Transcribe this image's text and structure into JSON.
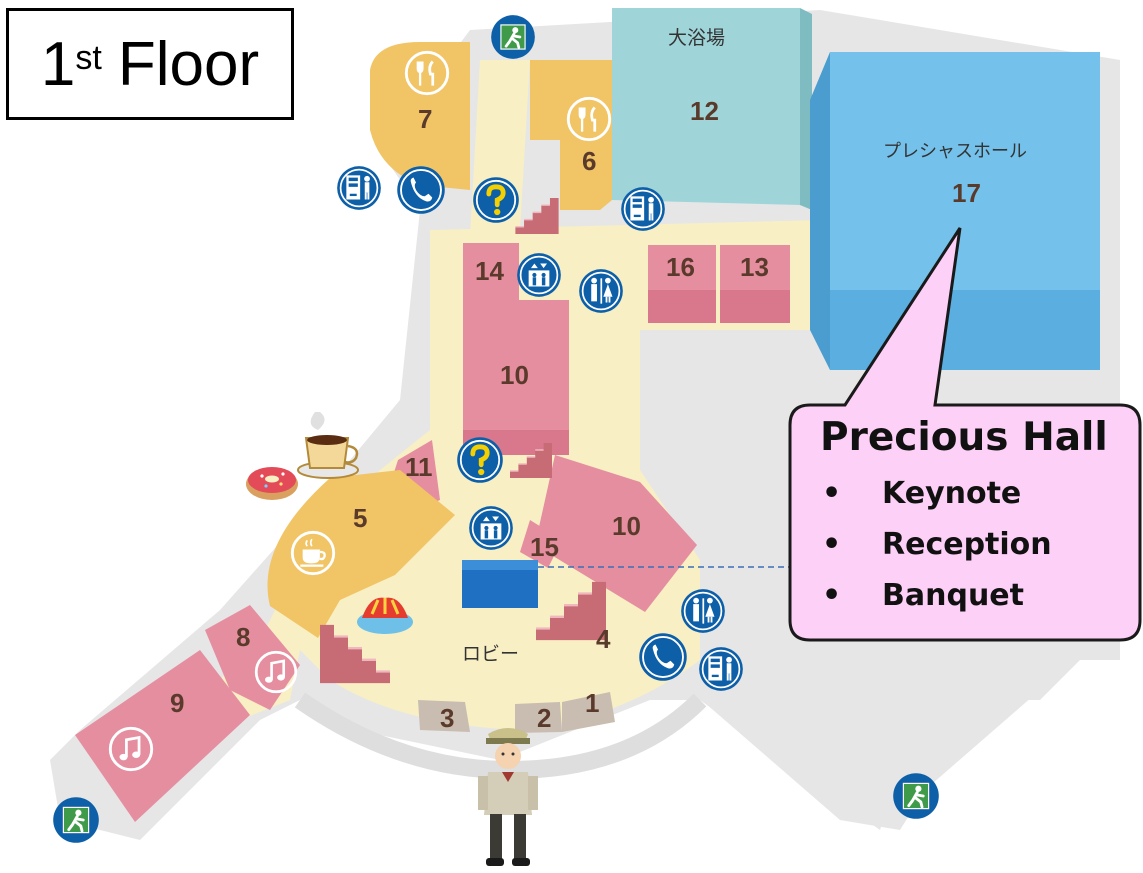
{
  "floor_label": {
    "main": "1",
    "suffix": "st",
    "word": "Floor"
  },
  "callout": {
    "title": "Precious Hall",
    "bullet": "•",
    "items": [
      "Keynote",
      "Reception",
      "Banquet"
    ]
  },
  "room_names": {
    "bath": "大浴場",
    "hall": "プレシャスホール",
    "lobby": "ロビー"
  },
  "room_numbers": [
    "1",
    "2",
    "3",
    "4",
    "5",
    "6",
    "7",
    "8",
    "9",
    "10",
    "10",
    "11",
    "12",
    "13",
    "14",
    "15",
    "16",
    "17"
  ],
  "icons": [
    "emergency-exit-icon",
    "restaurant-icon",
    "telephone-icon",
    "information-icon",
    "elevator-icon",
    "restroom-icon",
    "vending-machine-icon",
    "cafe-icon",
    "music-icon"
  ],
  "colors": {
    "floor": "#f8efc4",
    "shell": "#e6e6e6",
    "room_pink": "#e58ea0",
    "room_gold": "#f1c466",
    "bath_teal": "#9fd4d9",
    "hall_blue": "#74c2eb",
    "callout_fill": "#fdd0f7",
    "icon_blue": "#0d5fa8"
  }
}
